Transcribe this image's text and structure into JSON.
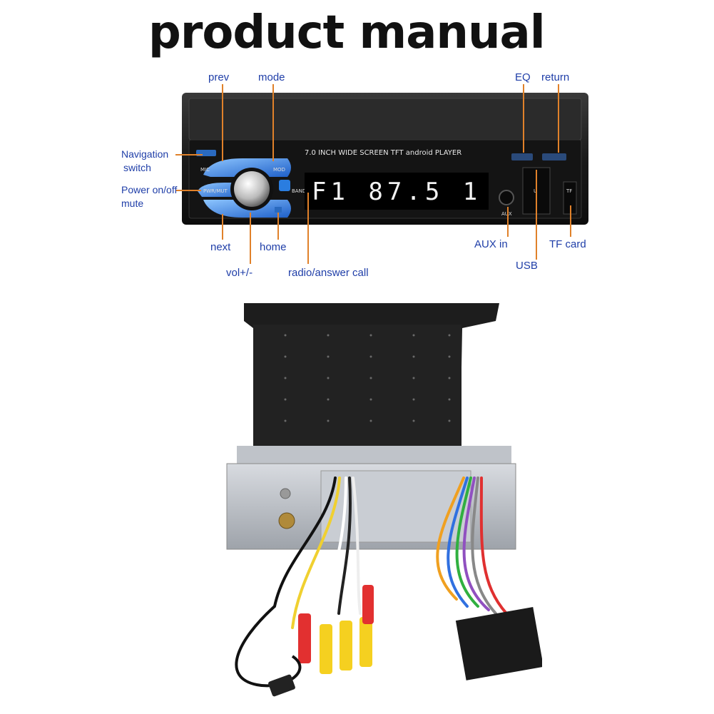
{
  "title": "product manual",
  "labels": {
    "prev": "prev",
    "mode": "mode",
    "eq": "EQ",
    "return": "return",
    "nav_line1": "Navigation",
    "nav_line2": "switch",
    "power_line1": "Power on/off",
    "power_line2": "mute",
    "next": "next",
    "home": "home",
    "vol": "vol+/-",
    "radio": "radio/answer call",
    "aux_in": "AUX in",
    "usb": "USB",
    "tf_card": "TF card"
  },
  "device": {
    "screen_text": "7.0 INCH WIDE SCREEN TFT android PLAYER",
    "display_text": "F1 87.5  1",
    "band_label": "BAND",
    "mic_label": "MIC",
    "aux_label": "AUX",
    "usb_label": "U",
    "tf_label": "TF",
    "pwr_label": "PWR/MUT",
    "mod_label": "MOD"
  },
  "colors": {
    "label_blue": "#1f3ea8",
    "leader_orange": "#e0812a",
    "button_blue": "#2a7de0"
  }
}
